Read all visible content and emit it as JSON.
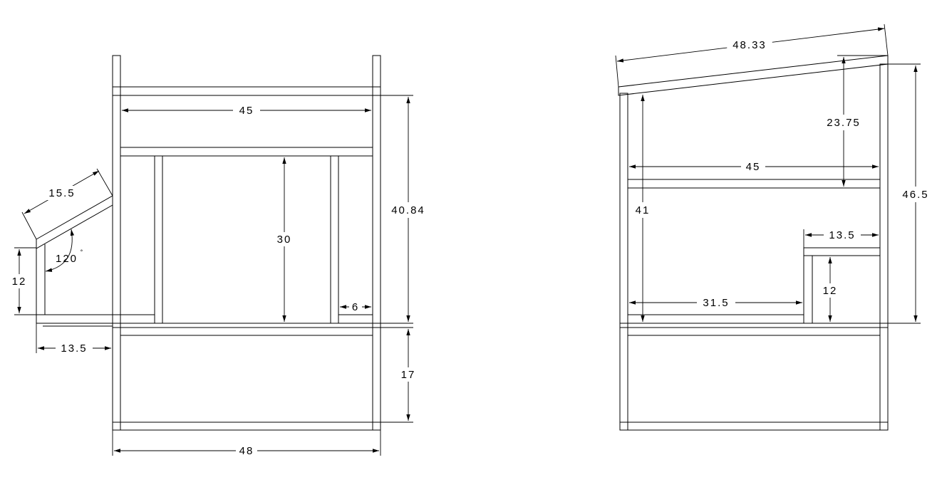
{
  "front_view": {
    "dimensions": {
      "inner_width": "45",
      "total_height": "40.84",
      "opening_height": "30",
      "side_gap": "6",
      "seat_length": "15.5",
      "seat_angle": "120",
      "seat_height": "12",
      "seat_depth": "13.5",
      "base_height": "17",
      "overall_width": "48"
    }
  },
  "side_view": {
    "dimensions": {
      "roof_length": "48.33",
      "roof_to_shelf": "23.75",
      "shelf_width": "45",
      "overall_height": "46.5",
      "wall_height": "41",
      "step_width": "13.5",
      "step_height": "12",
      "floor_length": "31.5"
    }
  }
}
